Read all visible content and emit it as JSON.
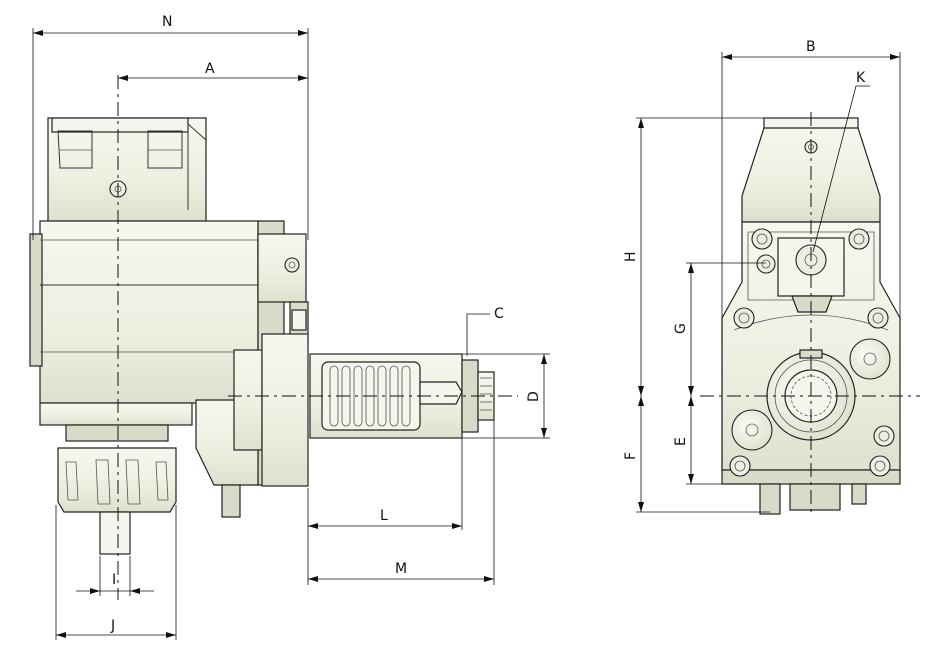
{
  "drawing": {
    "labels": {
      "N": "N",
      "A": "A",
      "B": "B",
      "K": "K",
      "C": "C",
      "D": "D",
      "H": "H",
      "G": "G",
      "E": "E",
      "F": "F",
      "L": "L",
      "M": "M",
      "I": "I",
      "J": "J"
    },
    "colors": {
      "body_light": "#f3f4ea",
      "body_mid": "#e6e8d8",
      "body_dark": "#cfd2bd",
      "line": "#222222"
    }
  }
}
